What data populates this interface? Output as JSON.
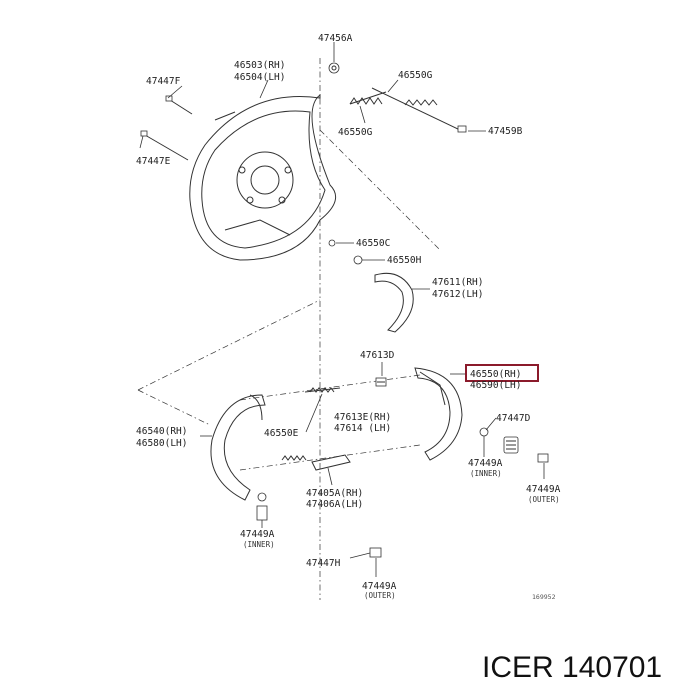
{
  "labels": {
    "p47456A": "47456A",
    "p46503": "46503(RH)",
    "p46504": "46504(LH)",
    "p47447F": "47447F",
    "p47447E": "47447E",
    "p46550G_top": "46550G",
    "p46550G_bot": "46550G",
    "p47459B": "47459B",
    "p46550C": "46550C",
    "p46550H": "46550H",
    "p47611": "47611(RH)",
    "p47612": "47612(LH)",
    "p47613D": "47613D",
    "p46550RH": "46550(RH)",
    "p46590LH": "46590(LH)",
    "p46540": "46540(RH)",
    "p46580": "46580(LH)",
    "p46550E": "46550E",
    "p47613E": "47613E(RH)",
    "p47614": "47614 (LH)",
    "p47447D": "47447D",
    "p47449A_inner_right": "47449A",
    "inner_right": "(INNER)",
    "p47449A_outer_right": "47449A",
    "outer_right": "(OUTER)",
    "p47405A": "47405A(RH)",
    "p47406A": "47406A(LH)",
    "p47449A_inner_left": "47449A",
    "inner_left": "(INNER)",
    "p47447H": "47447H",
    "p47449A_outer_bottom": "47449A",
    "outer_bottom": "(OUTER)",
    "ref_code": "169952"
  },
  "highlight": {
    "part": "46550(RH)",
    "color": "#8b1a2b"
  },
  "brand": "ICER 140701"
}
